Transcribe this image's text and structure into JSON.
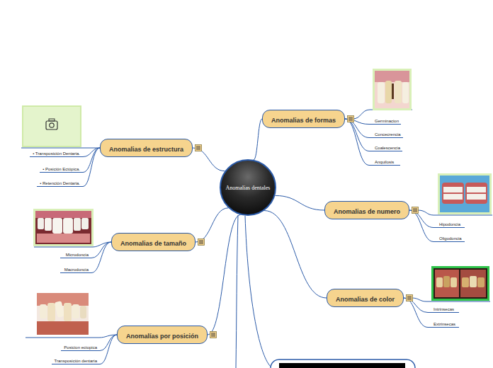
{
  "diagram": {
    "nodes": [
      {
        "text": [
          "Anomalias dentales"
        ]
      },
      {
        "text": [
          "Anomalias de formas"
        ]
      },
      {
        "text": [
          "Germinacion"
        ]
      },
      {
        "text": [
          "Concecrencia"
        ]
      },
      {
        "text": [
          "Coalescencia"
        ]
      },
      {
        "text": [
          "Anquilosis"
        ]
      },
      {
        "text": [
          "Anomalias de estructura"
        ]
      },
      {
        "text": [
          "• Transposición Dentaria."
        ]
      },
      {
        "text": [
          "• Posición Ectópica."
        ]
      },
      {
        "text": [
          "• Retención Dentaria."
        ]
      },
      {
        "text": [
          "Anomalias de numero"
        ]
      },
      {
        "text": [
          "Hipodoncia"
        ]
      },
      {
        "text": [
          "Oligodoncia"
        ]
      },
      {
        "text": [
          "Anomalias de tamaño"
        ]
      },
      {
        "text": [
          "Microdoncia"
        ]
      },
      {
        "text": [
          "Macrodoncia"
        ]
      },
      {
        "text": [
          "Anomalias de color"
        ]
      },
      {
        "text": [
          "Intrinsecas"
        ]
      },
      {
        "text": [
          "Extrinsecas"
        ]
      },
      {
        "text": [
          "Anomalías por posición"
        ]
      },
      {
        "text": [
          "Posicion ectopica"
        ]
      },
      {
        "text": [
          "Transposición dentaria"
        ]
      }
    ],
    "edges": [
      {
        "from": 0,
        "to": 1,
        "arrow": "none"
      },
      {
        "from": 1,
        "to": 2,
        "arrow": "none"
      },
      {
        "from": 1,
        "to": 3,
        "arrow": "none"
      },
      {
        "from": 1,
        "to": 4,
        "arrow": "none"
      },
      {
        "from": 1,
        "to": 5,
        "arrow": "none"
      },
      {
        "from": 0,
        "to": 6,
        "arrow": "none"
      },
      {
        "from": 6,
        "to": 7,
        "arrow": "none"
      },
      {
        "from": 6,
        "to": 8,
        "arrow": "none"
      },
      {
        "from": 6,
        "to": 9,
        "arrow": "none"
      },
      {
        "from": 0,
        "to": 10,
        "arrow": "none"
      },
      {
        "from": 10,
        "to": 11,
        "arrow": "none"
      },
      {
        "from": 10,
        "to": 12,
        "arrow": "none"
      },
      {
        "from": 0,
        "to": 13,
        "arrow": "none"
      },
      {
        "from": 13,
        "to": 14,
        "arrow": "none"
      },
      {
        "from": 13,
        "to": 15,
        "arrow": "none"
      },
      {
        "from": 0,
        "to": 16,
        "arrow": "none"
      },
      {
        "from": 16,
        "to": 17,
        "arrow": "none"
      },
      {
        "from": 16,
        "to": 18,
        "arrow": "none"
      },
      {
        "from": 0,
        "to": 19,
        "arrow": "none"
      },
      {
        "from": 19,
        "to": 20,
        "arrow": "none"
      },
      {
        "from": 19,
        "to": 21,
        "arrow": "none"
      }
    ]
  }
}
